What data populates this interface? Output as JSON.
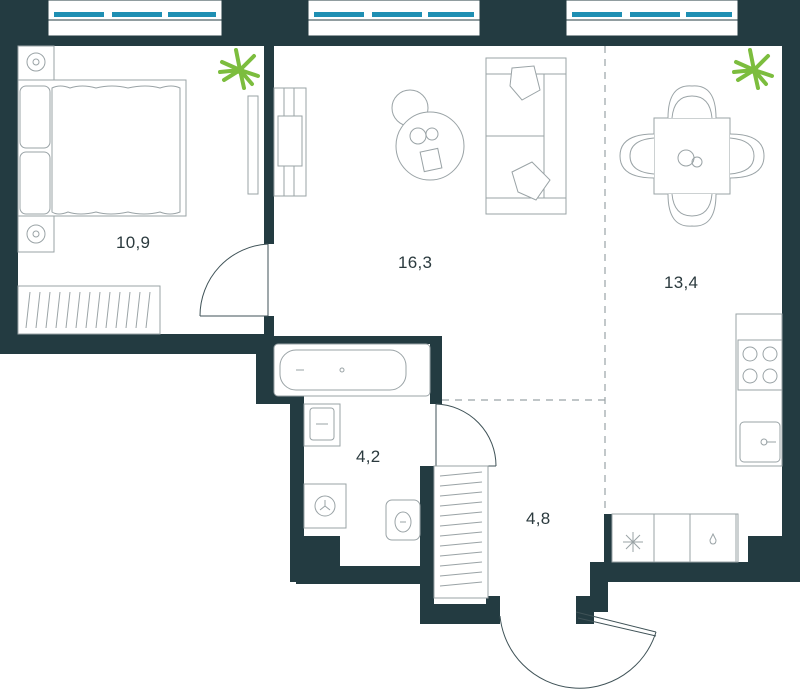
{
  "plan": {
    "rooms": [
      {
        "id": "bedroom",
        "area": "10,9"
      },
      {
        "id": "living-room",
        "area": "16,3"
      },
      {
        "id": "kitchen-dining",
        "area": "13,4"
      },
      {
        "id": "bathroom",
        "area": "4,2"
      },
      {
        "id": "hallway",
        "area": "4,8"
      }
    ],
    "colors": {
      "wall": "#233b41",
      "window": "#1f8fb3",
      "plant": "#7cbd3e",
      "fixture_line": "#9aa3a6"
    }
  }
}
